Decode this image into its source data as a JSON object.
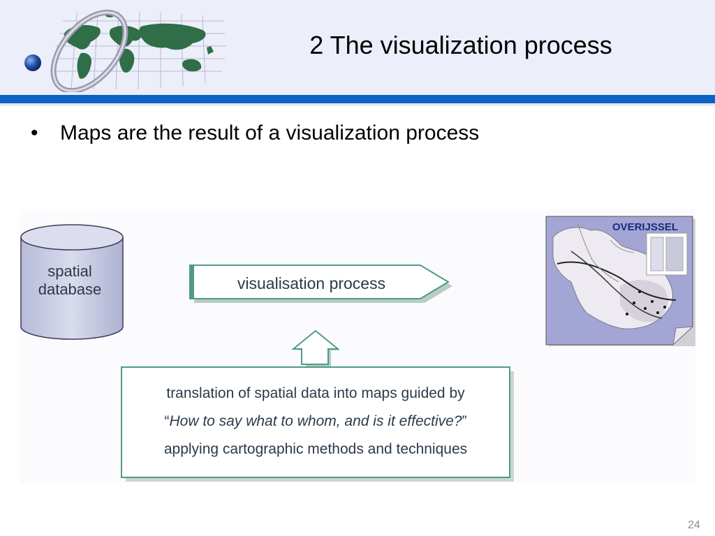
{
  "slide": {
    "title": "2 The visualization process",
    "bullets": [
      "Maps are the result of a visualization process"
    ],
    "page_number": "24"
  },
  "diagram": {
    "database_line1": "spatial",
    "database_line2": "database",
    "process_label": "visualisation process",
    "translation_line1": "translation of spatial data into maps guided by",
    "translation_quote_open": "“",
    "translation_line2_italic": "How to say what to whom, and is it effective?",
    "translation_quote_close": "”",
    "translation_line3": "applying cartographic methods and techniques",
    "map_title": "OVERIJSSEL"
  },
  "colors": {
    "header_band": "#eceef9",
    "header_stripe": "#0d62c6",
    "teal_border": "#4f9a88",
    "diagram_text": "#2b3a4a",
    "cylinder_fill": "#c8cbe3",
    "map_background": "#a3a6d4",
    "map_region": "#eeeaf1"
  }
}
